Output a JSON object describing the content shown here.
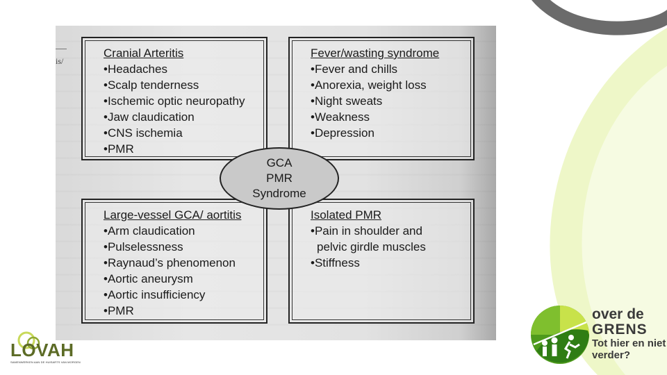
{
  "diagram": {
    "side_fragment": "is/",
    "center": {
      "lines": [
        "GCA",
        "PMR",
        "Syndrome"
      ]
    },
    "boxes": {
      "top_left": {
        "title": "Cranial Arteritis",
        "items": [
          "•Headaches",
          "•Scalp tenderness",
          "•Ischemic optic neuropathy",
          "•Jaw claudication",
          "•CNS ischemia",
          "•PMR"
        ]
      },
      "top_right": {
        "title": "Fever/wasting syndrome",
        "items": [
          "•Fever and chills",
          "•Anorexia, weight loss",
          "•Night sweats",
          "•Weakness",
          "•Depression"
        ]
      },
      "bottom_left": {
        "title": "Large-vessel GCA/ aortitis",
        "items": [
          "•Arm claudication",
          "•Pulselessness",
          "•Raynaud’s phenomenon",
          "•Aortic aneurysm",
          "•Aortic insufficiency",
          "•PMR"
        ]
      },
      "bottom_right": {
        "title": "Isolated PMR",
        "items": [
          "•Pain in shoulder and",
          "pelvic girdle muscles",
          "•Stiffness"
        ]
      }
    }
  },
  "logos": {
    "lovah": {
      "name": "LOVAH",
      "subtitle": "SAMENWERKEN AAN DE HUISARTS VAN MORGEN"
    },
    "over_de_grens": {
      "line1": "over de",
      "line2": "GRENS",
      "tagline1": "Tot hier en niet",
      "tagline2": "verder?"
    }
  },
  "colors": {
    "accent_green": "#c8e24a",
    "light_green": "#eef7c8",
    "arc_gray": "#6b6b6b",
    "lovah_green": "#5c6b26"
  }
}
